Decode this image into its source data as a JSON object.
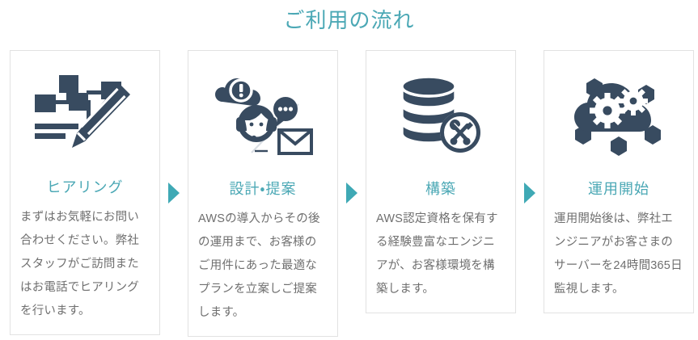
{
  "page": {
    "title": "ご利用の流れ",
    "title_color": "#4BA8B5",
    "background_color": "#ffffff"
  },
  "theme": {
    "accent_teal": "#4BA8B5",
    "arrow_teal": "#3FA9B5",
    "icon_navy": "#384B60",
    "body_text_gray": "#6f6f6f",
    "card_border": "#e2e2e2"
  },
  "steps": [
    {
      "icon": "flowchart-pencil-icon",
      "heading": "ヒアリング",
      "body": "まずはお気軽にお問い合わせください。弊社スタッフがご訪問またはお電話でヒアリングを行います。"
    },
    {
      "icon": "support-consult-icon",
      "heading": "設計・提案",
      "body": "AWSの導入からその後の運用まで、お客様のご用件にあった最適なプランを立案しご提案します。"
    },
    {
      "icon": "database-tools-icon",
      "heading": "構築",
      "body": "AWS認定資格を保有する経験豊富なエンジニアが、お客様環境を構築します。"
    },
    {
      "icon": "cloud-gears-icon",
      "heading": "運用開始",
      "body": "運用開始後は、弊社エンジニアがお客さまのサーバーを24時間365日監視します。"
    }
  ],
  "arrows": [
    {
      "name": "arrow-step1-to-step2",
      "glyph": "triangle-right"
    },
    {
      "name": "arrow-step2-to-step3",
      "glyph": "triangle-right"
    },
    {
      "name": "arrow-step3-to-step4",
      "glyph": "triangle-right"
    }
  ]
}
